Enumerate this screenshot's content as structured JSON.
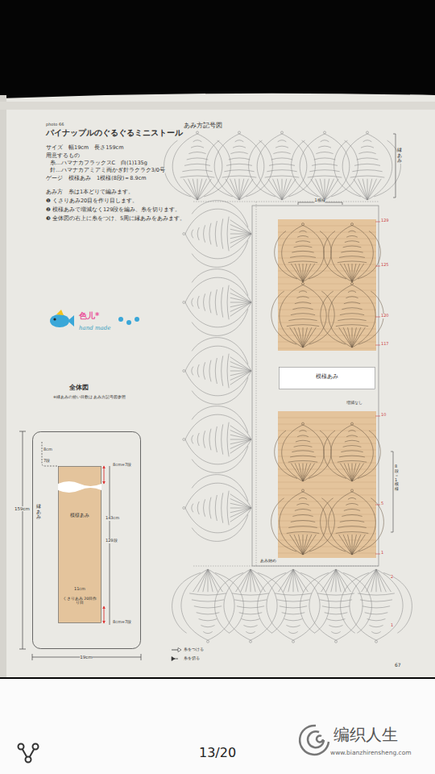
{
  "diagram": {
    "title": "パイナップルのぐるぐるミニストール",
    "nodes": [
      {
        "text": [
          "縁あみ"
        ]
      },
      {
        "text": [
          "模様あみ",
          "11cm",
          "くさりあみ 20目作り目"
        ],
        "in": 0
      },
      {
        "text": [
          "模様あみ"
        ]
      }
    ],
    "labels": [
      "photo 66",
      "サイズ　幅19cm　長さ159cm",
      "用意するもの",
      "糸…ハマナカフラックスC　白(1)135g",
      "針…ハマナカアミアミ両かぎ針ラクラク3/0号",
      "ゲージ　模様あみ　1模様(8段)＝8.9cm",
      "あみ方　糸は1本どりで編みます。",
      "❶ くさりあみ20目を作り目します。",
      "❷ 模様あみで増減なく129段を編み、糸を切ります。",
      "❸ 全体図の右上に糸をつけ、5周に縁あみをあみます。",
      "色儿*",
      "hand made",
      "全体図",
      "※縁あみの拾い目数は あみ方記号図参照",
      "8cm=7段",
      "8cm",
      "7段",
      "159cm",
      "143cm",
      "129段",
      "8cm=7段",
      "19cm",
      "あみ方記号図",
      "縁あみ",
      "1模様",
      "129",
      "125",
      "120",
      "117",
      "増減なし",
      "10",
      "8段＝1模様",
      "5",
      "1",
      "あみ始め",
      "2",
      "1",
      "67",
      "13/20",
      "编织人生",
      "www.bianzhirensheng.com"
    ],
    "legend": [
      {
        "text": "糸をつける"
      },
      {
        "text": "糸を切る"
      }
    ]
  }
}
